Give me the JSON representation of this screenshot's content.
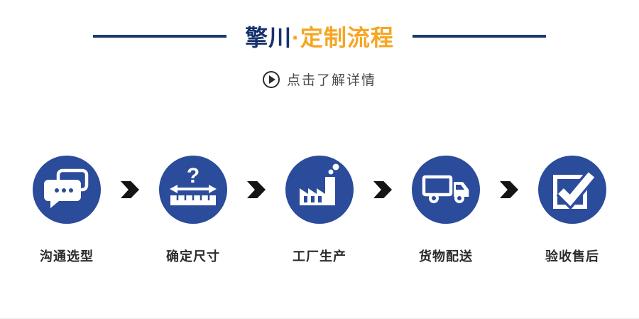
{
  "header": {
    "title_part1": "擎川",
    "title_part2": "·定制流程",
    "subtitle": "点击了解详情"
  },
  "steps": [
    {
      "icon": "chat-icon",
      "label": "沟通选型"
    },
    {
      "icon": "ruler-icon",
      "label": "确定尺寸"
    },
    {
      "icon": "factory-icon",
      "label": "工厂生产"
    },
    {
      "icon": "truck-icon",
      "label": "货物配送"
    },
    {
      "icon": "check-icon",
      "label": "验收售后"
    }
  ],
  "colors": {
    "circle_blue": "#2b4b9b",
    "title_navy": "#17336d",
    "title_orange": "#f5a623",
    "divider_navy": "#1b3a70",
    "arrow_black": "#141414",
    "label_text": "#2b2b2b",
    "subtitle_text": "#4a4a4a"
  }
}
